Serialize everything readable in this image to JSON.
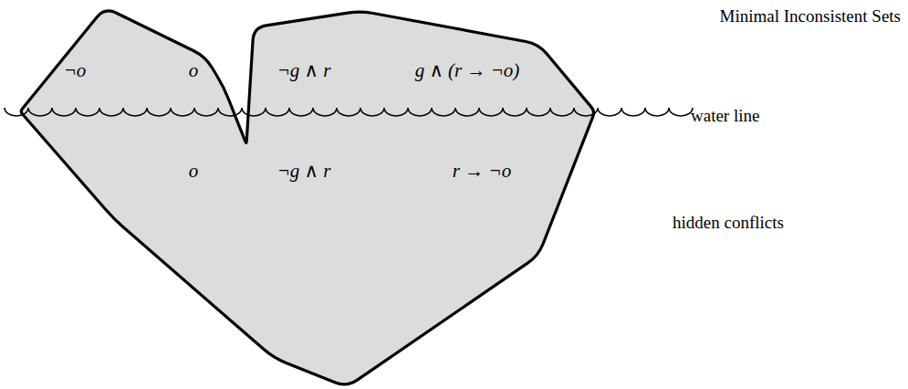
{
  "diagram": {
    "nodes": [
      {
        "text": [
          "¬o",
          "o",
          "¬g ∧ r",
          "g ∧ (r → ¬o)",
          "o",
          "¬g ∧ r",
          "r → ¬o"
        ]
      }
    ],
    "labels": [
      "Minimal Inconsistent Sets",
      "water line",
      "hidden conflicts"
    ]
  }
}
